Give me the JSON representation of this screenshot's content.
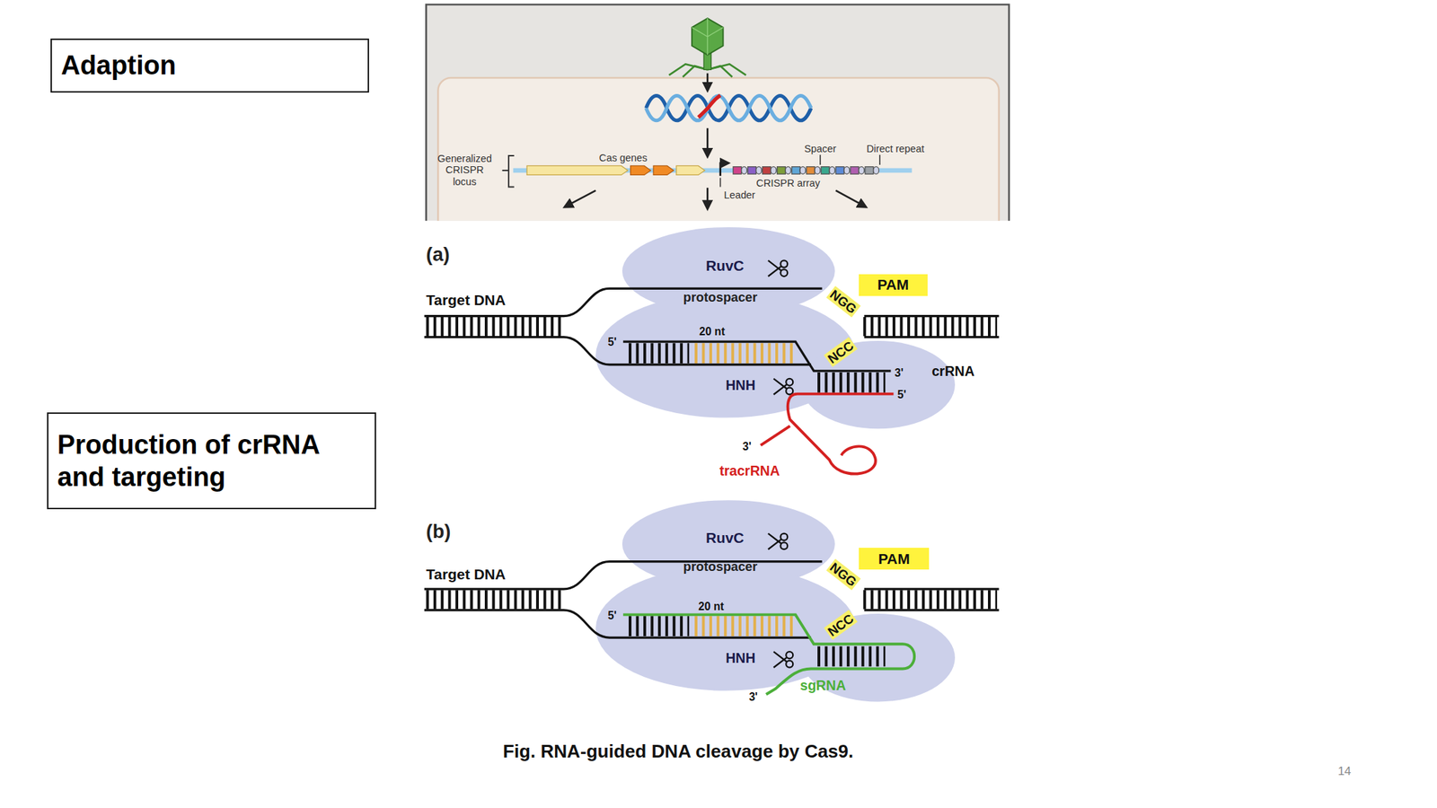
{
  "diagram": {
    "caption": "Fig. RNA-guided DNA cleavage by Cas9.",
    "nodes": [
      {
        "text": [
          "Adaption"
        ]
      },
      {
        "text": [
          "Production of crRNA and targeting"
        ]
      },
      {
        "text": [
          "PAM"
        ]
      },
      {
        "text": [
          "PAM"
        ]
      }
    ],
    "labels": [
      "Generalized CRISPR locus",
      "Cas genes",
      "Spacer",
      "Direct repeat",
      "CRISPR array",
      "Leader",
      "(a)",
      "RuvC",
      "Target DNA",
      "protospacer",
      "NGG",
      "20 nt",
      "5'",
      "NCC",
      "3'",
      "crRNA",
      "HNH",
      "5'",
      "3'",
      "tracrRNA",
      "(b)",
      "RuvC",
      "Target DNA",
      "protospacer",
      "NGG",
      "20 nt",
      "5'",
      "NCC",
      "HNH",
      "3'",
      "sgRNA",
      "14"
    ]
  }
}
